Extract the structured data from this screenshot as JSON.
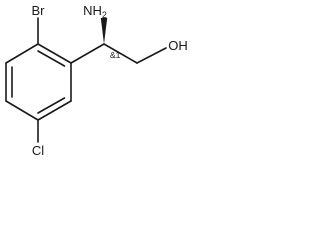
{
  "molecule": {
    "atoms": {
      "bromine": "Br",
      "amine": "NH",
      "amine_subscript": "2",
      "hydroxyl": "OH",
      "chlorine": "Cl"
    },
    "stereo_label": "&1"
  }
}
